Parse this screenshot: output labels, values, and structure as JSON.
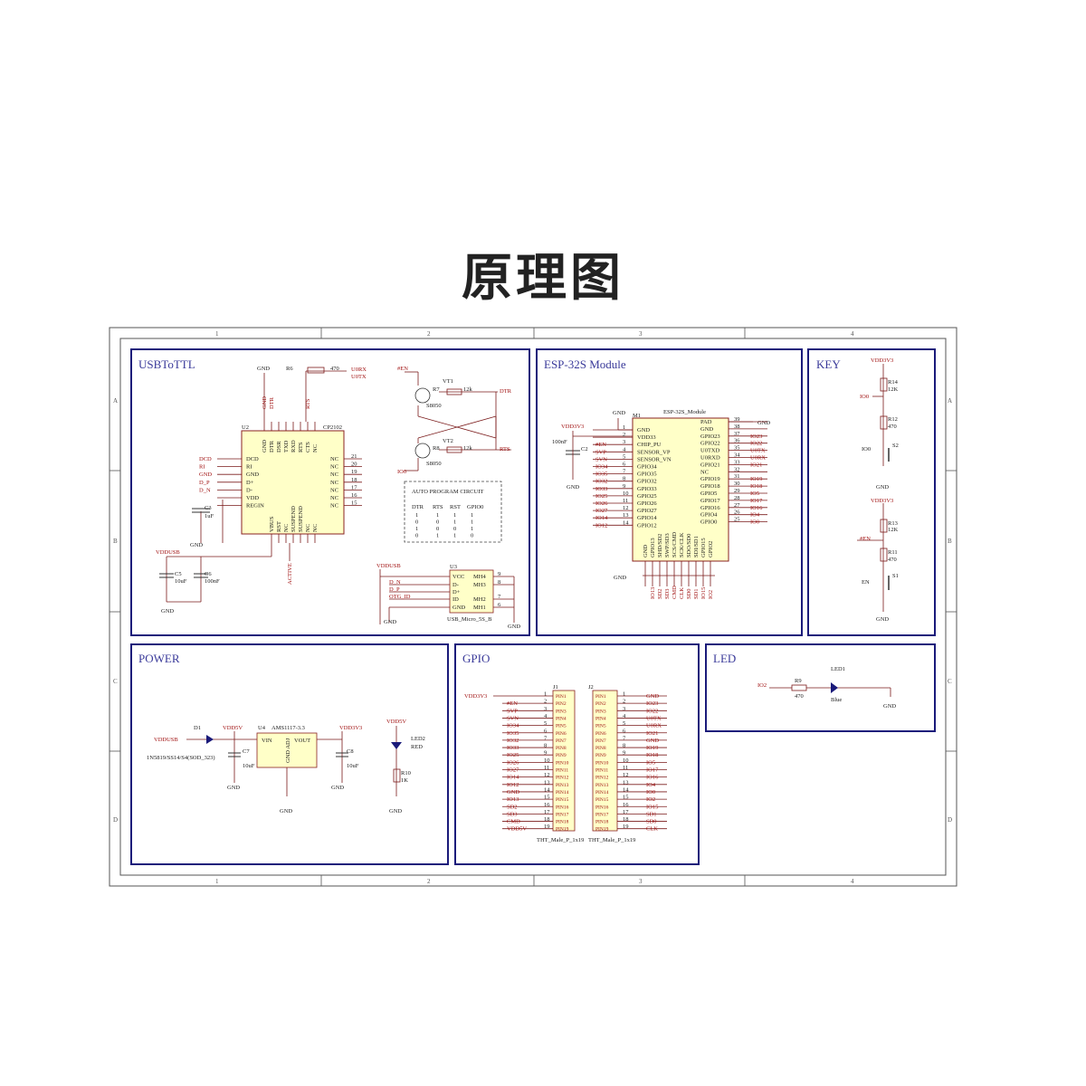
{
  "title": "原理图",
  "border": {
    "cols": [
      "1",
      "2",
      "3",
      "4"
    ],
    "rows": [
      "A",
      "B",
      "C",
      "D"
    ]
  },
  "panels": {
    "usbtottl": {
      "title": "USBToTTL",
      "chip_ref": "U2",
      "chip_name": "CP2102",
      "left_pins": [
        "DCD",
        "RI",
        "GND",
        "D+",
        "D-",
        "VDD",
        "REGIN"
      ],
      "left_nets": [
        "DCD",
        "RI",
        "GND",
        "D_P",
        "D_N"
      ],
      "right_pins": [
        "NC",
        "NC",
        "NC",
        "NC",
        "NC",
        "NC",
        "NC"
      ],
      "right_nums": [
        "21",
        "20",
        "19",
        "18",
        "17",
        "16",
        "15"
      ],
      "top_pins": [
        "GND",
        "DTR",
        "DSR",
        "TXD",
        "RXD",
        "RTS",
        "CTS",
        "NC"
      ],
      "top_nets": [
        "GND",
        "DTR",
        "RTS"
      ],
      "bottom_pins": [
        "VBUS",
        "RST",
        "NC",
        "SUSPEND",
        "SUSPEND",
        "NC",
        "NC"
      ],
      "r6_ref": "R6",
      "r6_val": "470",
      "u0rx": "U0RX",
      "u0tx": "U0TX",
      "gnd": "GND",
      "c3_ref": "C3",
      "c3_val": "1uF",
      "c5_ref": "C5",
      "c5_val": "10uF",
      "c6_ref": "C6",
      "c6_val": "100nF",
      "vddusb": "VDDUSB",
      "active": "ACTIVE",
      "en": "#EN",
      "io0": "IO0",
      "vt1": "VT1",
      "vt2": "VT2",
      "r7_ref": "R7",
      "r8_ref": "R8",
      "r_val": "12k",
      "s8050": "S8050",
      "dtr": "DTR",
      "rts": "RTS",
      "auto_title": "AUTO PROGRAM CIRCUIT",
      "auto_headers": [
        "DTR",
        "RTS",
        "RST",
        "GPIO0"
      ],
      "auto_rows": [
        [
          "1",
          "1",
          "1",
          "1"
        ],
        [
          "0",
          "0",
          "1",
          "1"
        ],
        [
          "1",
          "0",
          "0",
          "1"
        ],
        [
          "0",
          "1",
          "1",
          "0"
        ]
      ],
      "u3_ref": "U3",
      "u3_pins_left": [
        "VCC",
        "D-",
        "D+",
        "ID",
        "GND"
      ],
      "u3_pins_right": [
        "MH4",
        "MH3",
        "MH2",
        "MH1"
      ],
      "u3_nums": [
        "9",
        "8",
        "7",
        "6"
      ],
      "u3_nets": [
        "VDDUSB",
        "D_N",
        "D_P",
        "OTG_ID"
      ],
      "u3_name": "USB_Micro_5S_B"
    },
    "esp32": {
      "title": "ESP-32S Module",
      "ref": "M1",
      "name": "ESP-32S_Module",
      "vdd3v3": "VDD3V3",
      "gnd": "GND",
      "c2_val": "100nF",
      "c2_ref": "C2",
      "left_nets": [
        "#EN",
        "SVP",
        "SVN",
        "IO34",
        "IO35",
        "IO32",
        "IO33",
        "IO25",
        "IO26",
        "IO27",
        "IO14",
        "IO12"
      ],
      "left_pins": [
        "GND",
        "VDD33",
        "CHIP_PU",
        "SENSOR_VP",
        "SENSOR_VN",
        "GPIO34",
        "GPIO35",
        "GPIO32",
        "GPIO33",
        "GPIO25",
        "GPIO26",
        "GPIO27",
        "GPIO14",
        "GPIO12"
      ],
      "left_nums": [
        "1",
        "2",
        "3",
        "4",
        "5",
        "6",
        "7",
        "8",
        "9",
        "10",
        "11",
        "12",
        "13",
        "14"
      ],
      "right_pins": [
        "PAD",
        "GND",
        "GPIO23",
        "GPIO22",
        "U0TXD",
        "U0RXD",
        "GPIO21",
        "NC",
        "GPIO19",
        "GPIO18",
        "GPIO5",
        "GPIO17",
        "GPIO16",
        "GPIO4",
        "GPIO0"
      ],
      "right_nums": [
        "39",
        "38",
        "37",
        "36",
        "35",
        "34",
        "33",
        "32",
        "31",
        "30",
        "29",
        "28",
        "27",
        "26",
        "25"
      ],
      "right_nets": [
        "IO23",
        "IO22",
        "U0TX",
        "U0RX",
        "IO21",
        "IO19",
        "IO18",
        "IO5",
        "IO17",
        "IO16",
        "IO4",
        "IO0"
      ],
      "bottom_pins": [
        "GND",
        "GPIO13",
        "SHD/SD2",
        "SWP/SD3",
        "SCS/CMD",
        "SCK/CLK",
        "SDO/SD0",
        "SDI/SD1",
        "GPIO15",
        "GPIO2"
      ],
      "bottom_nets": [
        "IO13",
        "SD2",
        "SD3",
        "CMD",
        "CLK",
        "SD0",
        "SD1",
        "IO15",
        "IO2"
      ]
    },
    "key": {
      "title": "KEY",
      "vdd3v3_a": "VDD3V3",
      "r14_ref": "R14",
      "r14_val": "12K",
      "io0": "IO0",
      "r12_ref": "R12",
      "r12_val": "470",
      "s2": "S2",
      "gnd": "GND",
      "vdd3v3_b": "VDD3V3",
      "r13_ref": "R13",
      "r13_val": "12K",
      "en_net": "#EN",
      "r11_ref": "R11",
      "r11_val": "470",
      "en": "EN",
      "s1": "S1"
    },
    "power": {
      "title": "POWER",
      "vddusb": "VDDUSB",
      "d1_ref": "D1",
      "d1_name": "1N5819/SS14/S4(SOD_323)",
      "vdd5v": "VDD5V",
      "c7_ref": "C7",
      "c7_val": "10uF",
      "u4_ref": "U4",
      "u4_name": "AMS1117-3.3",
      "vin": "VIN",
      "vout": "VOUT",
      "gndadj": "GND ADJ",
      "vdd3v3": "VDD3V3",
      "c8_ref": "C8",
      "c8_val": "10uF",
      "gnd": "GND",
      "vdd5v_led": "VDD5V",
      "led2_ref": "LED2",
      "led2_color": "RED",
      "r10_ref": "R10",
      "r10_val": "1K"
    },
    "gpio": {
      "title": "GPIO",
      "vdd3v3": "VDD3V3",
      "j1_ref": "J1",
      "j2_ref": "J2",
      "j1_nets": [
        "#EN",
        "SVP",
        "SVN",
        "IO34",
        "IO35",
        "IO32",
        "IO33",
        "IO25",
        "IO26",
        "IO27",
        "IO14",
        "IO12",
        "GND",
        "IO13",
        "SD2",
        "SD3",
        "CMD",
        "VDD5V"
      ],
      "j2_nets": [
        "GND",
        "IO23",
        "IO22",
        "U0TX",
        "U0RX",
        "IO21",
        "GND",
        "IO19",
        "IO18",
        "IO5",
        "IO17",
        "IO16",
        "IO4",
        "IO0",
        "IO2",
        "IO15",
        "SD1",
        "SD0",
        "CLK"
      ],
      "pins": [
        "PIN1",
        "PIN2",
        "PIN3",
        "PIN4",
        "PIN5",
        "PIN6",
        "PIN7",
        "PIN8",
        "PIN9",
        "PIN10",
        "PIN11",
        "PIN12",
        "PIN13",
        "PIN14",
        "PIN15",
        "PIN16",
        "PIN17",
        "PIN18",
        "PIN19"
      ],
      "j1_name": "THT_Male_P_1x19",
      "j2_name": "THT_Male_P_1x19"
    },
    "led": {
      "title": "LED",
      "io2": "IO2",
      "r9_ref": "R9",
      "r9_val": "470",
      "led1_ref": "LED1",
      "led1_color": "Blue",
      "gnd": "GND"
    }
  }
}
